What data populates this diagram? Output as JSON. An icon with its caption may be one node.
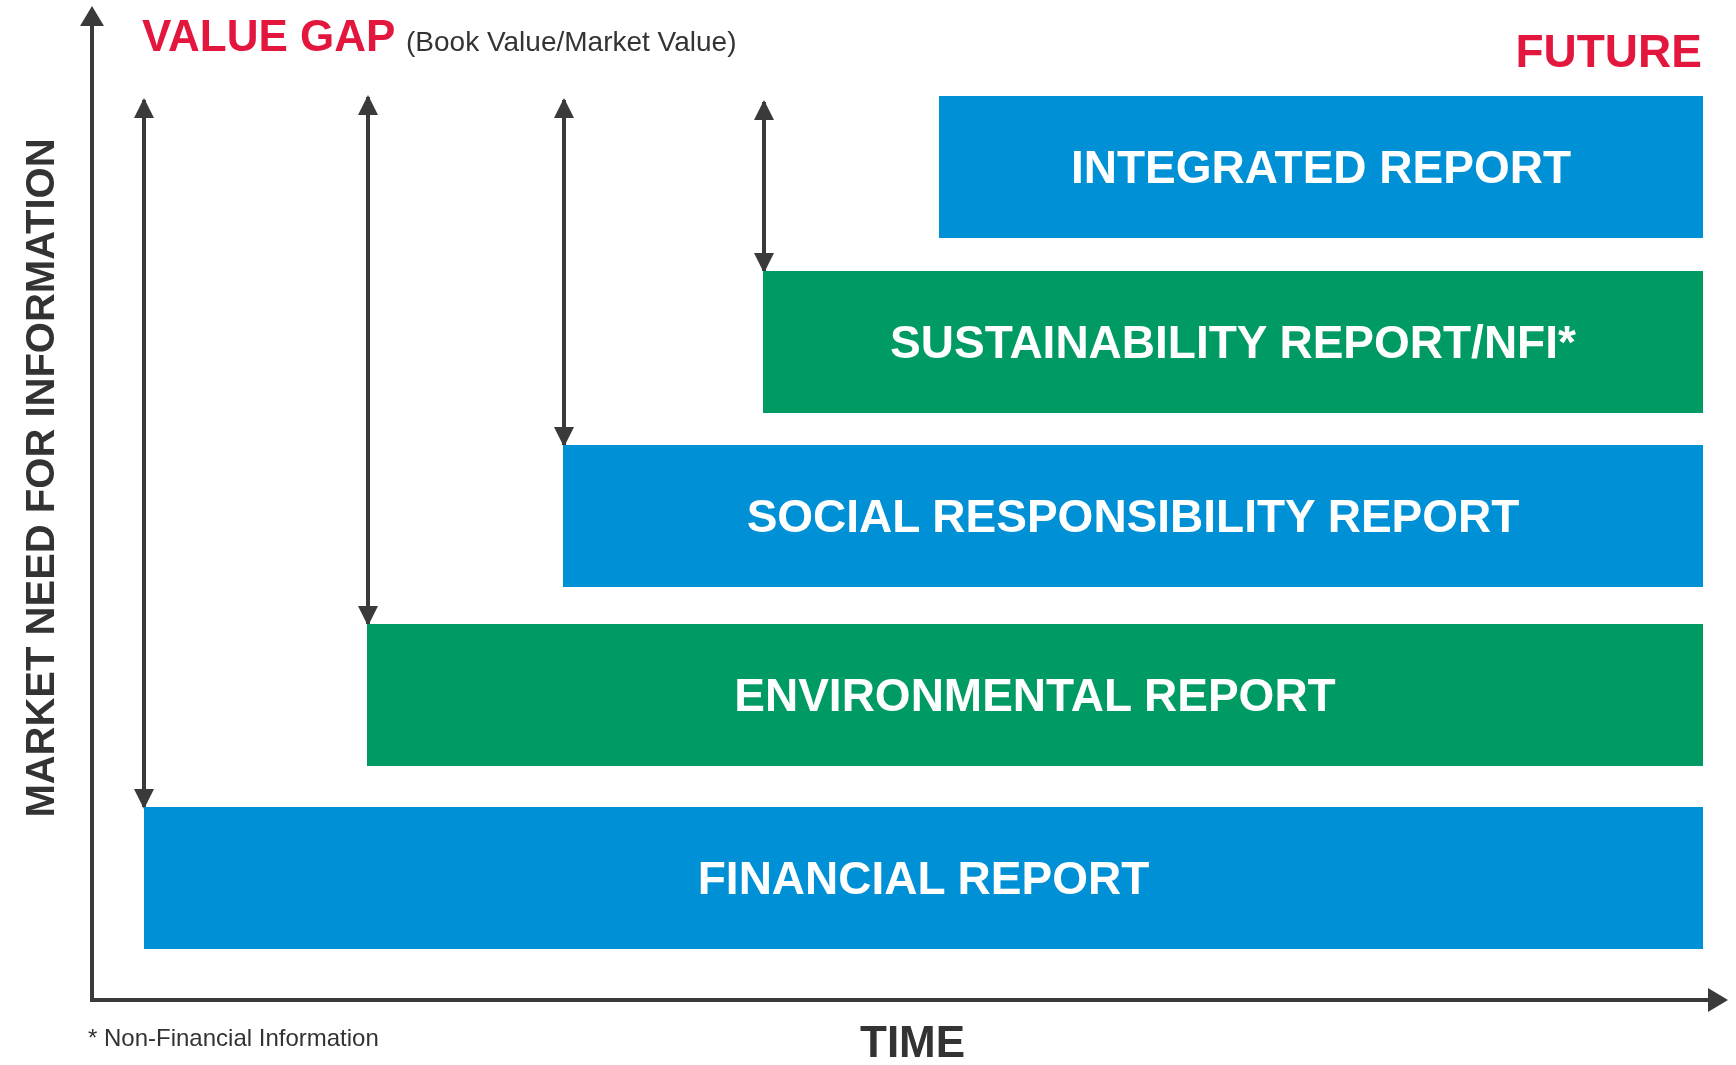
{
  "diagram": {
    "nodes": [
      {
        "text": [
          "INTEGRATED REPORT"
        ]
      },
      {
        "text": [
          "SUSTAINABILITY REPORT/NFI*"
        ]
      },
      {
        "text": [
          "SOCIAL RESPONSIBILITY REPORT"
        ]
      },
      {
        "text": [
          "ENVIRONMENTAL REPORT"
        ]
      },
      {
        "text": [
          "FINANCIAL REPORT"
        ]
      }
    ],
    "edges": [
      {
        "from": null,
        "to": 4,
        "arrow": "both"
      },
      {
        "from": null,
        "to": 3,
        "arrow": "both"
      },
      {
        "from": null,
        "to": 2,
        "arrow": "both"
      },
      {
        "from": null,
        "to": 1,
        "arrow": "both"
      }
    ],
    "labels": [
      "VALUE GAP",
      "(Book Value/Market Value)",
      "FUTURE",
      "MARKET NEED FOR INFORMATION",
      "TIME",
      "* Non-Financial Information"
    ]
  }
}
